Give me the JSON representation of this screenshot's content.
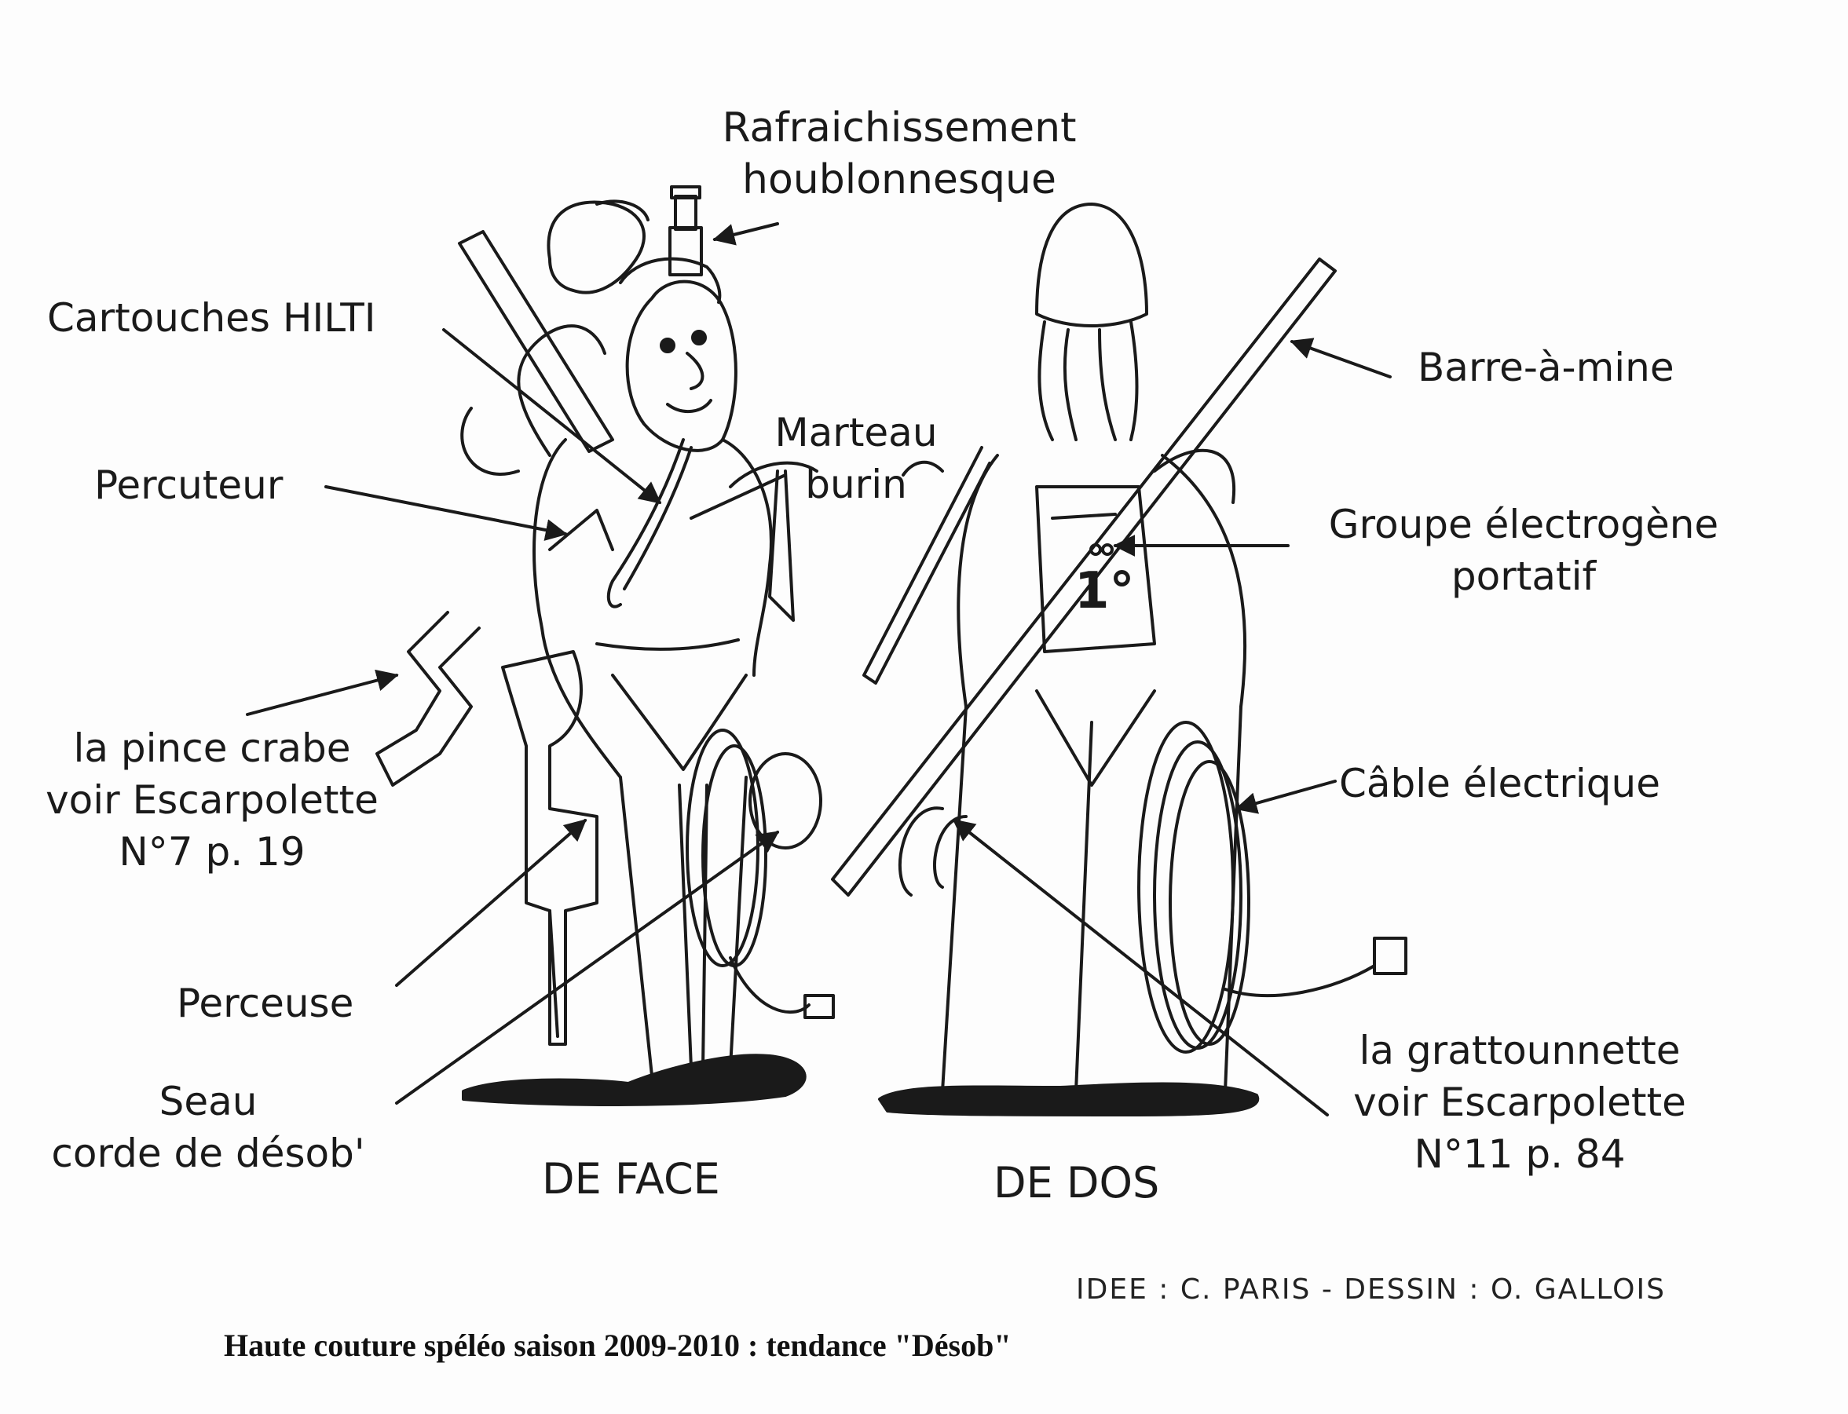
{
  "labels": {
    "rafraichissement": [
      "Rafraichissement",
      "houblonnesque"
    ],
    "cartouches": [
      "Cartouches HILTI"
    ],
    "marteau": [
      "Marteau",
      "burin"
    ],
    "percuteur": [
      "Percuteur"
    ],
    "pince": [
      "la pince crabe",
      "voir Escarpolette",
      "N°7 p. 19"
    ],
    "perceuse": [
      "Perceuse"
    ],
    "seau": [
      "Seau",
      "corde de désob'"
    ],
    "barre": [
      "Barre-à-mine"
    ],
    "groupe": [
      "Groupe électrogène",
      "portatif"
    ],
    "cable": [
      "Câble électrique"
    ],
    "grattounnette": [
      "la grattounnette",
      "voir Escarpolette",
      "N°11 p. 84"
    ]
  },
  "views": {
    "front": "DE FACE",
    "back": "DE DOS"
  },
  "backpack_mark": "1°",
  "credit": "IDEE : C. PARIS - DESSIN : O. GALLOIS",
  "caption": "Haute couture spéléo saison 2009-2010 : tendance \"Désob\""
}
